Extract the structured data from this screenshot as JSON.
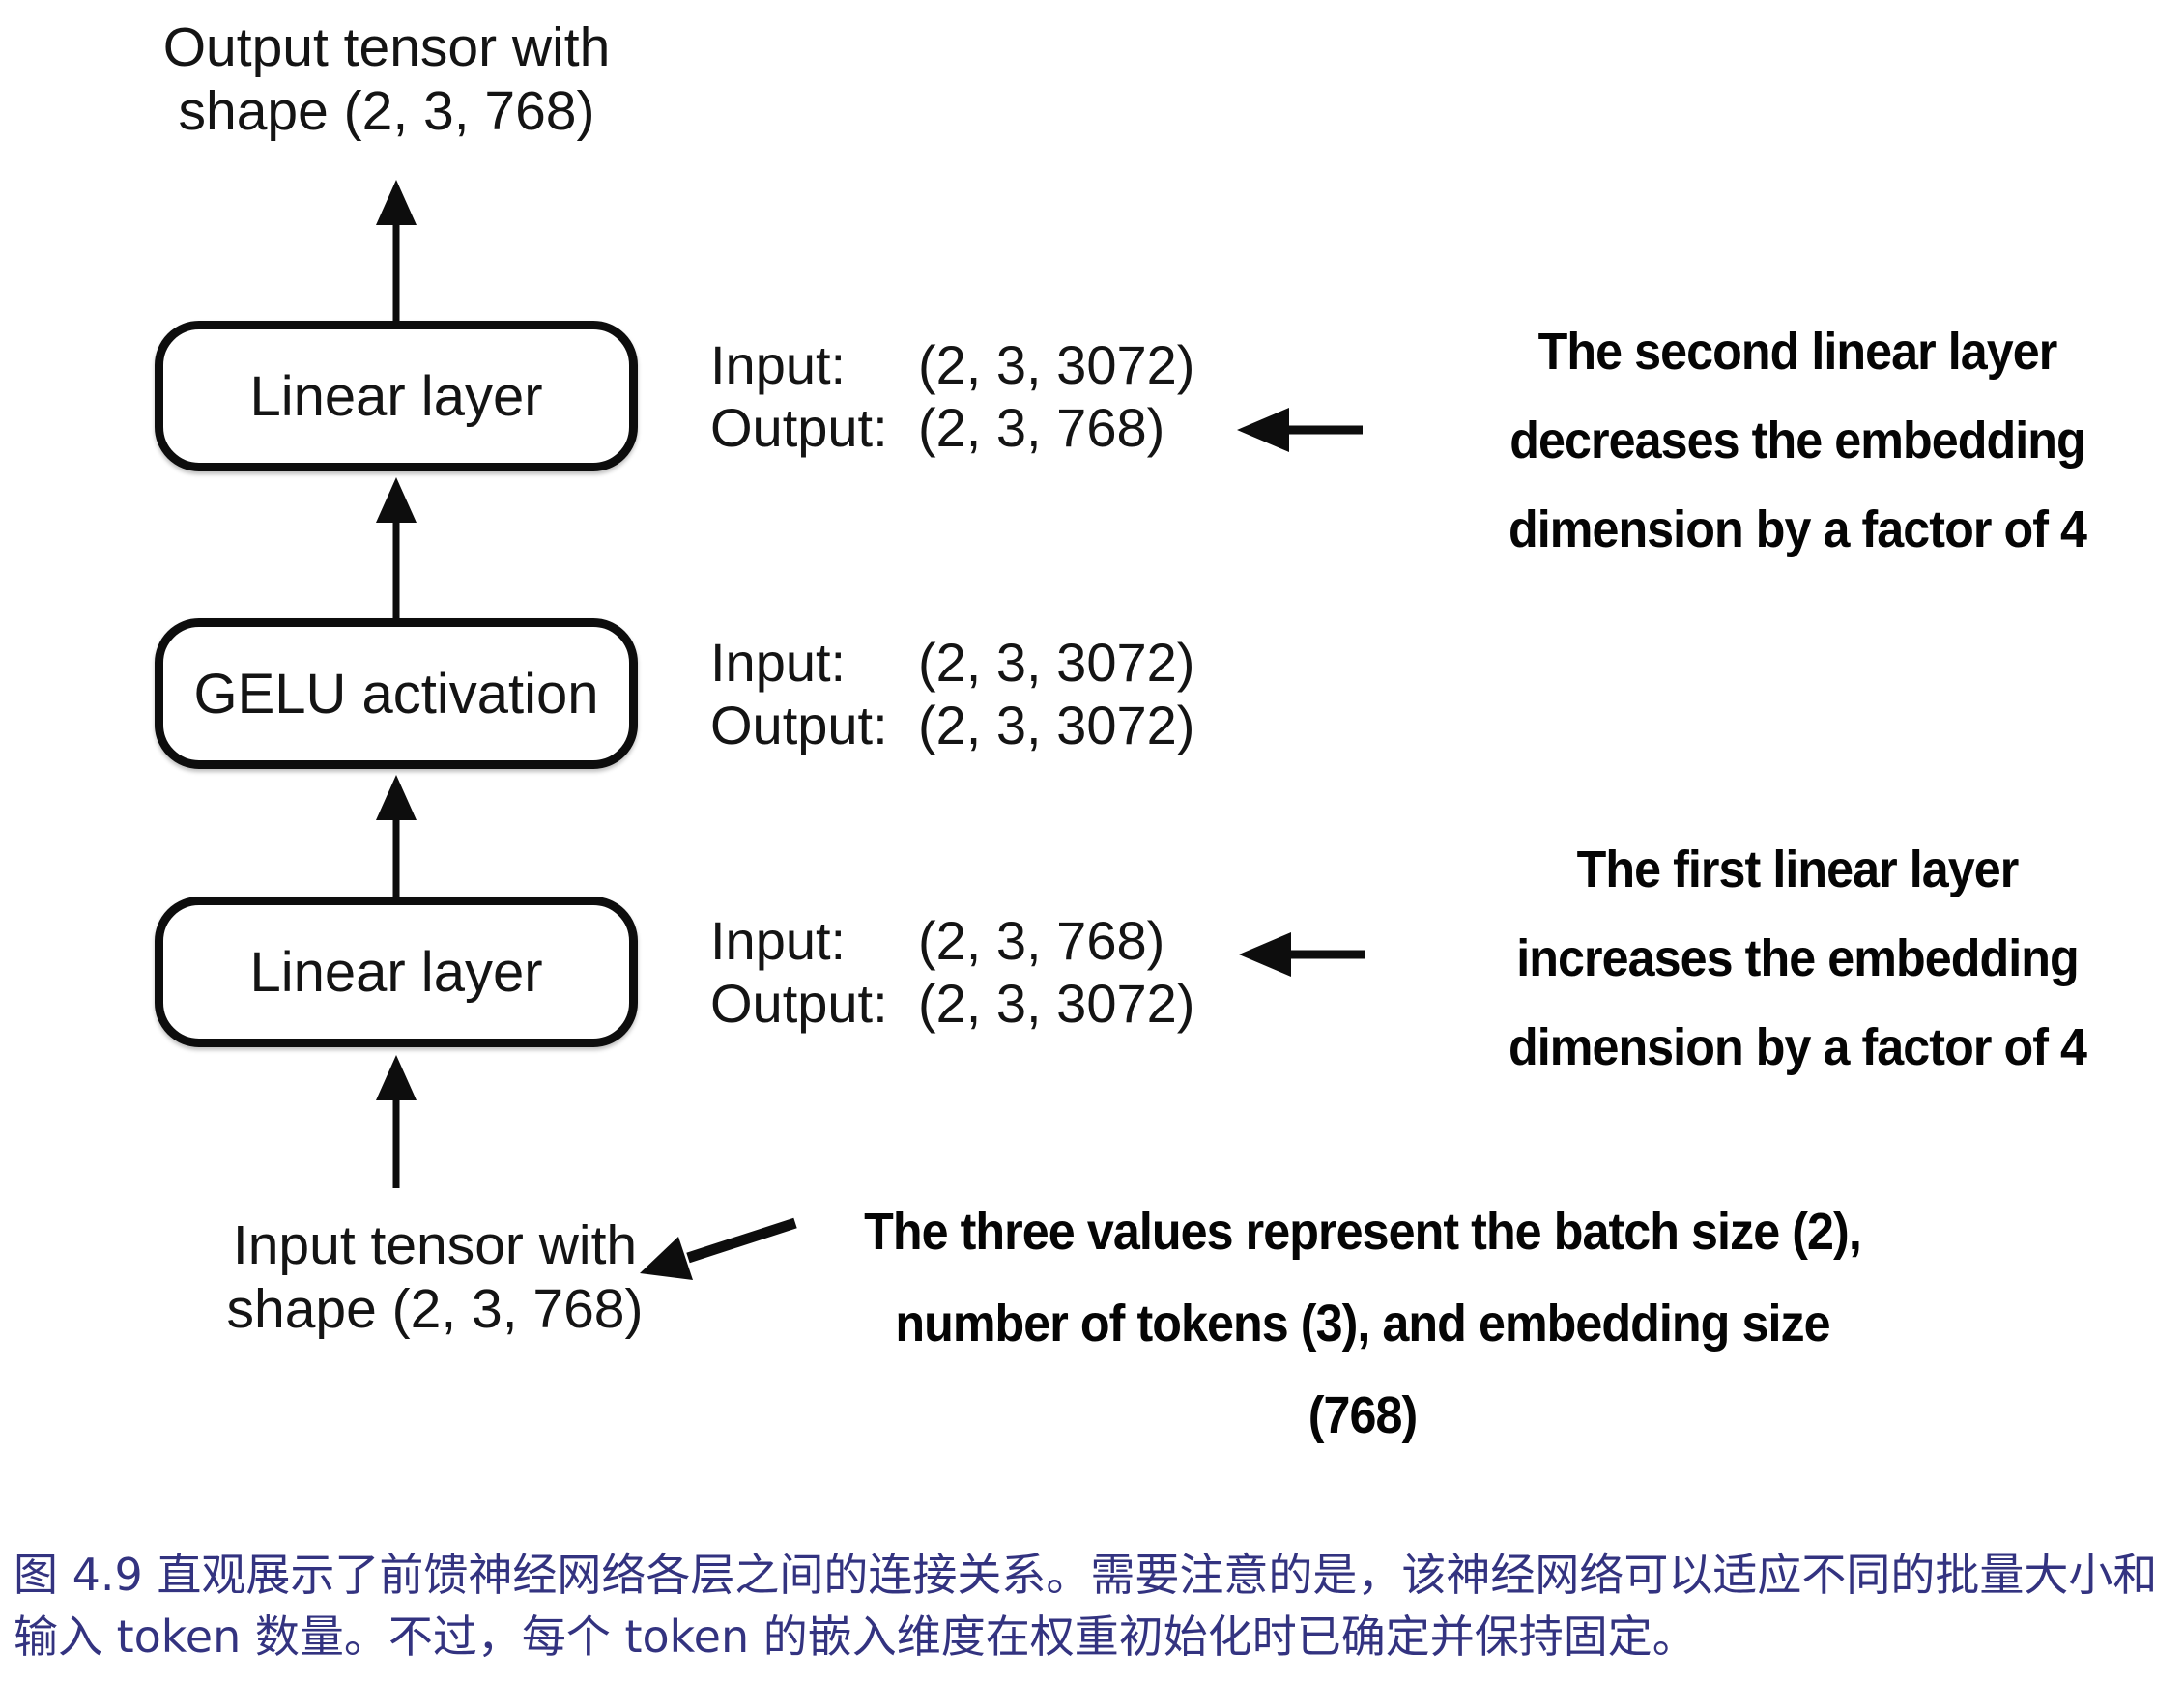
{
  "diagram": {
    "output_tensor_label": {
      "line1": "Output tensor with",
      "line2": "shape (2, 3, 768)"
    },
    "input_tensor_label": {
      "line1": "Input tensor with",
      "line2": "shape (2, 3, 768)"
    },
    "nodes": [
      {
        "label": "Linear layer",
        "io": {
          "input_label": "Input:",
          "input_value": "(2, 3, 3072)",
          "output_label": "Output:",
          "output_value": "(2, 3, 768)"
        }
      },
      {
        "label": "GELU activation",
        "io": {
          "input_label": "Input:",
          "input_value": "(2, 3, 3072)",
          "output_label": "Output:",
          "output_value": "(2, 3, 3072)"
        }
      },
      {
        "label": "Linear layer",
        "io": {
          "input_label": "Input:",
          "input_value": "(2, 3, 768)",
          "output_label": "Output:",
          "output_value": "(2, 3, 3072)"
        }
      }
    ],
    "annotations": {
      "second_linear": [
        "The second linear layer",
        "decreases the embedding",
        "dimension by a factor of 4"
      ],
      "first_linear": [
        "The first linear layer",
        "increases the embedding",
        "dimension by a factor of 4"
      ],
      "tensor_values": [
        "The three values represent the batch size (2),",
        "number of tokens (3), and embedding size",
        "(768)"
      ]
    },
    "ink_color": "#0d0d0d"
  },
  "caption": {
    "color": "#333380",
    "lines": [
      "图 4.9 直观展示了前馈神经网络各层之间的连接关系。需要注意的是，该神经网络可以适应不同的批量大小和",
      "输入 token 数量。不过，每个 token 的嵌入维度在权重初始化时已确定并保持固定。"
    ]
  }
}
